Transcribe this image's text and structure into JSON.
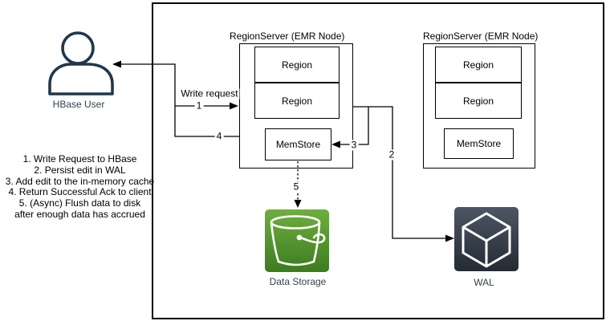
{
  "user": {
    "label": "HBase User"
  },
  "notes": [
    "1. Write Request to HBase",
    "2. Persist edit in WAL",
    "3. Add edit to the in-memory cache",
    "4. Return Successful Ack to client",
    "5. (Async) Flush data to disk",
    "after enough data has accrued"
  ],
  "region_servers": [
    {
      "title": "RegionServer (EMR Node)",
      "regions": [
        "Region",
        "Region"
      ],
      "memstore": "MemStore"
    },
    {
      "title": "RegionServer (EMR Node)",
      "regions": [
        "Region",
        "Region"
      ],
      "memstore": "MemStore"
    }
  ],
  "connectors": {
    "write_request": "Write request",
    "step1": "1",
    "step2": "2",
    "step3": "3",
    "step4": "4",
    "step5": "5"
  },
  "data_storage": {
    "label": "Data Storage"
  },
  "wal": {
    "label": "WAL"
  },
  "colors": {
    "bucket_green_top": "#6FAE3F",
    "bucket_green_bottom": "#3C7C1F",
    "cube_slate_top": "#4D5664",
    "cube_slate_bottom": "#232B34",
    "user_stroke": "#21374B",
    "line": "#000000"
  }
}
